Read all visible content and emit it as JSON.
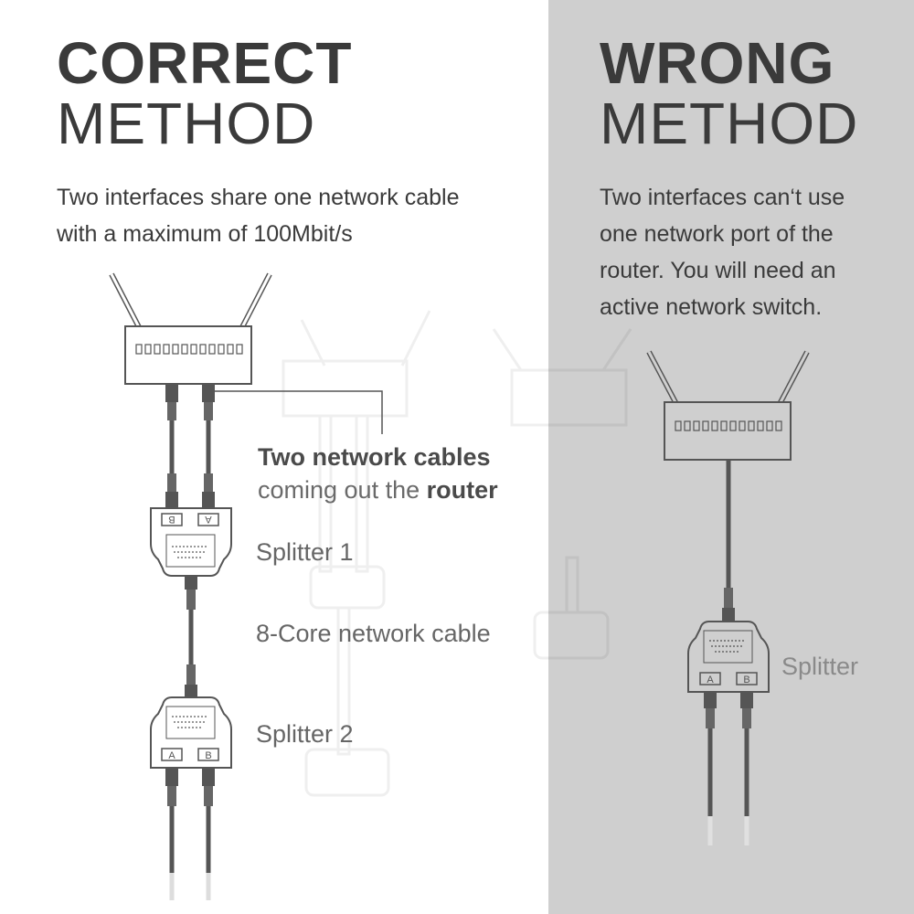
{
  "correct": {
    "title_bold": "CORRECT",
    "title_light": "METHOD",
    "description_line1": "Two interfaces share one network cable",
    "description_line2": "with a maximum of 100Mbit/s",
    "callout_bold1": "Two network cables",
    "callout_text2": "coming out the",
    "callout_bold2": "router",
    "splitter1_label": "Splitter 1",
    "cable_label": "8-Core network cable",
    "splitter2_label": "Splitter 2",
    "port_a": "A",
    "port_b": "B"
  },
  "wrong": {
    "title_bold": "WRONG",
    "title_light": "METHOD",
    "description_line1": "Two interfaces can‘t use",
    "description_line2": "one network port of the",
    "description_line3": "router. You will need an",
    "description_line4": "active network switch.",
    "splitter_label": "Splitter",
    "port_a": "A",
    "port_b": "B"
  },
  "colors": {
    "text": "#3a3a3a",
    "label": "#666666",
    "right_background": "#cfcfcf",
    "cable": "#555555",
    "outline": "#555555"
  }
}
